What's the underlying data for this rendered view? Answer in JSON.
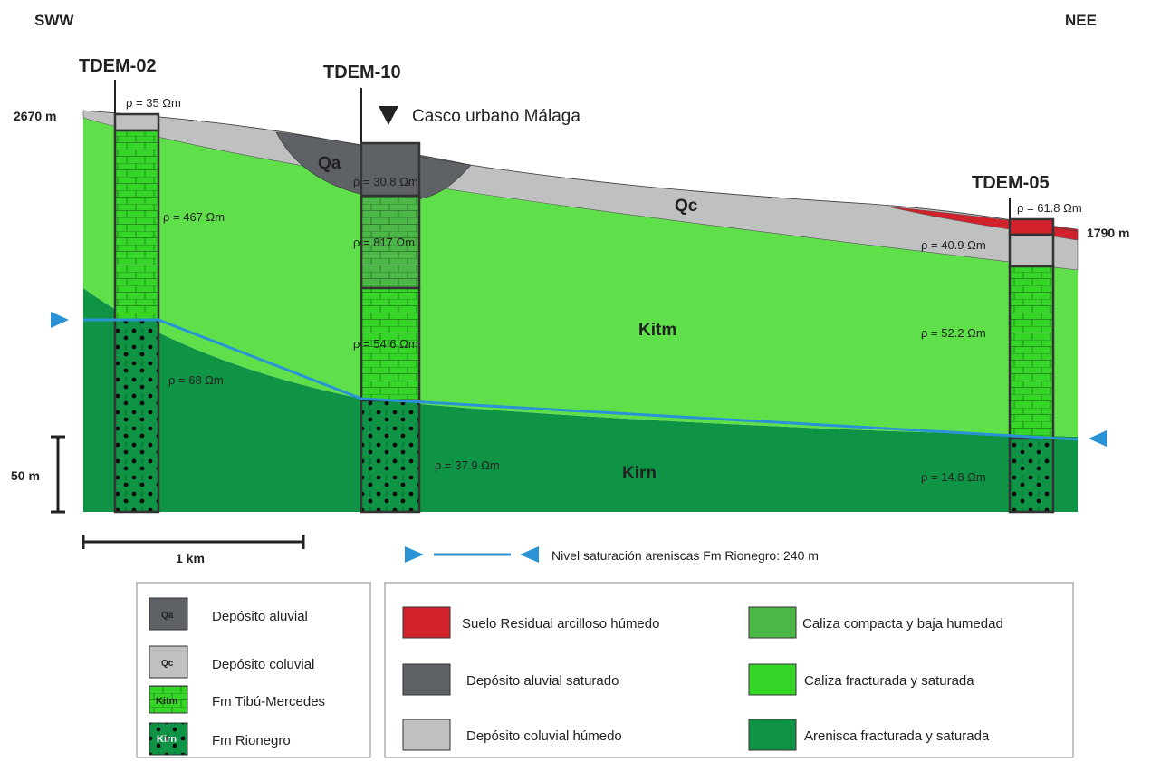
{
  "directions": {
    "left": "SWW",
    "right": "NEE"
  },
  "elevations": {
    "top_left": "2670 m",
    "right": "1790 m"
  },
  "location": "Casco urbano Málaga",
  "boreholes": {
    "tdem02": {
      "name": "TDEM-02",
      "layers": [
        {
          "rho": "ρ = 35 Ωm"
        },
        {
          "rho": "ρ = 467 Ωm"
        },
        {
          "rho": "ρ = 68 Ωm"
        }
      ]
    },
    "tdem10": {
      "name": "TDEM-10",
      "layers": [
        {
          "rho": "ρ = 30.8 Ωm"
        },
        {
          "rho": "ρ = 817 Ωm"
        },
        {
          "rho": "ρ = 54.6 Ωm"
        },
        {
          "rho": "ρ = 37.9 Ωm"
        }
      ]
    },
    "tdem05": {
      "name": "TDEM-05",
      "layers": [
        {
          "rho": "ρ = 61.8 Ωm"
        },
        {
          "rho": "ρ = 40.9 Ωm"
        },
        {
          "rho": "ρ = 52.2 Ωm"
        },
        {
          "rho": "ρ = 14.8 Ωm"
        }
      ]
    }
  },
  "units": {
    "qa": "Qa",
    "qc": "Qc",
    "kitm": "Kitm",
    "kirn": "Kirn"
  },
  "scales": {
    "vertical": "50 m",
    "horizontal": "1 km"
  },
  "saturation_note": "Nivel saturación areniscas Fm Rionegro: 240 m",
  "legend_units": [
    {
      "symbol": "Qa",
      "label": "Depósito aluvial"
    },
    {
      "symbol": "Qc",
      "label": "Depósito coluvial"
    },
    {
      "symbol": "Kitm",
      "label": "Fm Tibú-Mercedes"
    },
    {
      "symbol": "Kirn",
      "label": "Fm Rionegro"
    }
  ],
  "legend_conditions": [
    {
      "label": "Suelo Residual arcilloso húmedo",
      "color": "#d1222c"
    },
    {
      "label": "Depósito aluvial saturado",
      "color": "#5e6266"
    },
    {
      "label": "Depósito coluvial húmedo",
      "color": "#bfc0c0"
    },
    {
      "label": "Caliza compacta y baja humedad",
      "color": "#4cb848"
    },
    {
      "label": "Caliza fracturada y saturada",
      "color": "#35d627"
    },
    {
      "label": "Arenisca fracturada y saturada",
      "color": "#0f9445"
    }
  ],
  "colors": {
    "kitm_fill": "#5fe04a",
    "kirn_fill": "#0f9445",
    "qc_fill": "#bfc0c0",
    "qa_fill": "#5e6266",
    "red_soil": "#d1222c",
    "water_line": "#2a93d5",
    "caliza_compacta": "#4cb848"
  }
}
